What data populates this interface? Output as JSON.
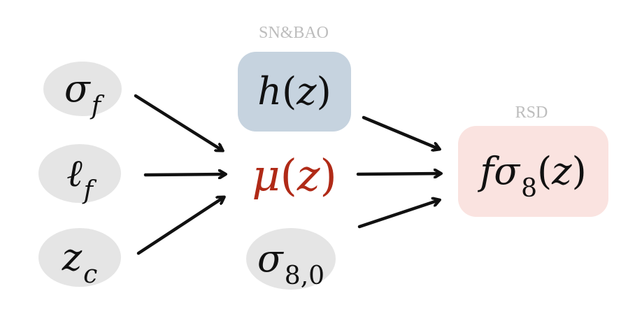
{
  "diagram": {
    "inputs": {
      "sigma_f": {
        "symbol": "σ",
        "sub": "f"
      },
      "ell_f": {
        "symbol": "ℓ",
        "sub": "f"
      },
      "z_c": {
        "symbol": "z",
        "sub": "c"
      }
    },
    "middle": {
      "label": "SN&BAO",
      "h": {
        "fn": "h",
        "open": "(",
        "arg": "z",
        "close": ")"
      },
      "mu": {
        "fn": "μ",
        "open": "(",
        "arg": "z",
        "close": ")",
        "color": "#b02a17"
      },
      "sigma80": {
        "symbol": "σ",
        "sub": "8,0"
      }
    },
    "output": {
      "label": "RSD",
      "fs8": {
        "f": "f",
        "sigma": "σ",
        "sub": "8",
        "open": "(",
        "arg": "z",
        "close": ")"
      }
    },
    "colors": {
      "ellipse_fill": "#e5e5e5",
      "h_box_fill": "#c6d3df",
      "fs8_box_fill": "#fae3e0",
      "mu_text": "#b02a17",
      "arrow": "#111111",
      "label_text": "#bdbdbd"
    }
  }
}
